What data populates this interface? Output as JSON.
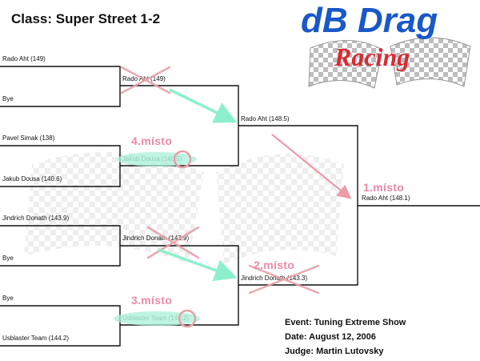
{
  "header": {
    "title": "Class: Super Street 1-2"
  },
  "logo": {
    "line1": "dB Drag",
    "line2": "Racing",
    "colors": {
      "blue": "#1a58c8",
      "red": "#d92b34"
    }
  },
  "round1": [
    "Rado Aht (149)",
    "Bye",
    "Pavel Simak (138)",
    "Jakub Dousa (140.6)",
    "Jindrich Donath (143.9)",
    "Bye",
    "Bye",
    "Usblaster Team (144.2)"
  ],
  "round2": [
    "Rado Aht (149)",
    "Jakub Dousa (140.5)",
    "Jindrich Donath (143.9)",
    "Usblaster Team (144.2)"
  ],
  "round3": [
    "Rado Aht (148.5)",
    "Jindrich Donath (143.3)"
  ],
  "final": "Rado Aht (148.1)",
  "places": {
    "first": "1.místo",
    "second": "2.místo",
    "third": "3.místo",
    "fourth": "4.místo"
  },
  "event": {
    "event": "Event: Tuning Extreme Show",
    "date": "Date: August 12, 2006",
    "judge": "Judge: Martin Lutovsky"
  },
  "colors": {
    "cross": "#e5a0a8",
    "highlight": "#aaf0d8",
    "arrow_green": "#8df0cc",
    "arrow_pink": "#ee9aaa",
    "place_text": "#ee8aa3"
  }
}
